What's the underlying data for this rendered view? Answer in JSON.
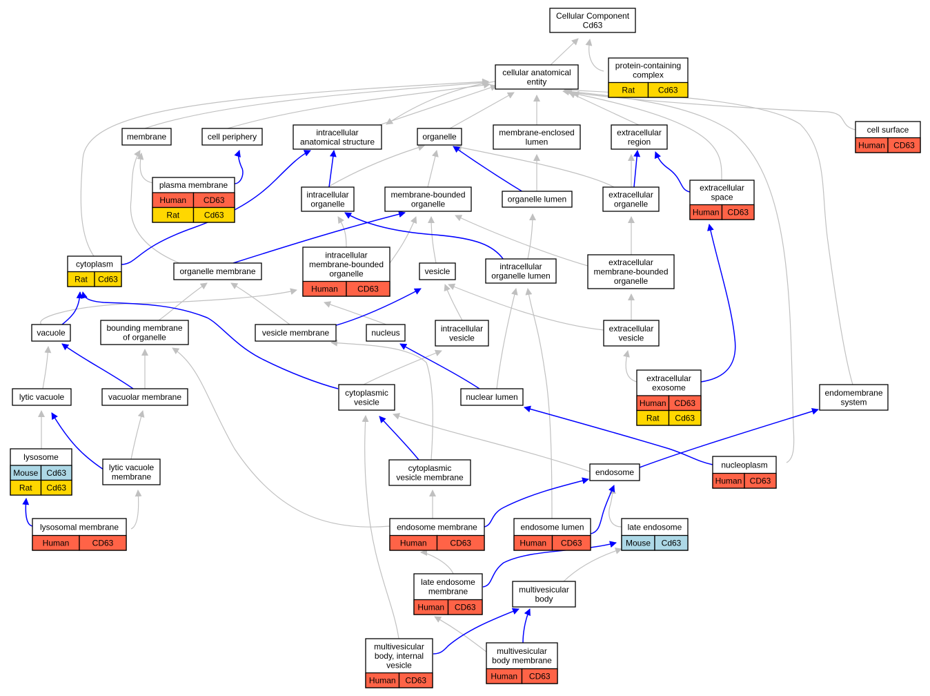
{
  "colors": {
    "human": "#ff6347",
    "rat": "#ffd700",
    "mouse": "#add8e6",
    "edge_is_a": "#c0c0c0",
    "edge_part_of": "#0000ff"
  },
  "nodes": [
    {
      "id": "root",
      "lines": [
        "Cellular Component",
        "Cd63"
      ],
      "annotations": []
    },
    {
      "id": "cae",
      "lines": [
        "cellular anatomical",
        "entity"
      ],
      "annotations": []
    },
    {
      "id": "pcc",
      "lines": [
        "protein-containing",
        "complex"
      ],
      "annotations": [
        {
          "species": "Rat",
          "gene": "Cd63",
          "color": "rat"
        }
      ]
    },
    {
      "id": "membrane",
      "lines": [
        "membrane"
      ],
      "annotations": []
    },
    {
      "id": "cellper",
      "lines": [
        "cell periphery"
      ],
      "annotations": []
    },
    {
      "id": "ias",
      "lines": [
        "intracellular",
        "anatomical structure"
      ],
      "annotations": []
    },
    {
      "id": "organelle",
      "lines": [
        "organelle"
      ],
      "annotations": []
    },
    {
      "id": "mel",
      "lines": [
        "membrane-enclosed",
        "lumen"
      ],
      "annotations": []
    },
    {
      "id": "exreg",
      "lines": [
        "extracellular",
        "region"
      ],
      "annotations": []
    },
    {
      "id": "cellsurf",
      "lines": [
        "cell surface"
      ],
      "annotations": [
        {
          "species": "Human",
          "gene": "CD63",
          "color": "human"
        }
      ]
    },
    {
      "id": "pm",
      "lines": [
        "plasma membrane"
      ],
      "annotations": [
        {
          "species": "Human",
          "gene": "CD63",
          "color": "human"
        },
        {
          "species": "Rat",
          "gene": "Cd63",
          "color": "rat"
        }
      ]
    },
    {
      "id": "intorg",
      "lines": [
        "intracellular",
        "organelle"
      ],
      "annotations": []
    },
    {
      "id": "mbo",
      "lines": [
        "membrane-bounded",
        "organelle"
      ],
      "annotations": []
    },
    {
      "id": "orglumen",
      "lines": [
        "organelle lumen"
      ],
      "annotations": []
    },
    {
      "id": "exorg",
      "lines": [
        "extracellular",
        "organelle"
      ],
      "annotations": []
    },
    {
      "id": "exspace",
      "lines": [
        "extracellular",
        "space"
      ],
      "annotations": [
        {
          "species": "Human",
          "gene": "CD63",
          "color": "human"
        }
      ]
    },
    {
      "id": "cytoplasm",
      "lines": [
        "cytoplasm"
      ],
      "annotations": [
        {
          "species": "Rat",
          "gene": "Cd63",
          "color": "rat"
        }
      ]
    },
    {
      "id": "orgmem",
      "lines": [
        "organelle membrane"
      ],
      "annotations": []
    },
    {
      "id": "imbo",
      "lines": [
        "intracellular",
        "membrane-bounded",
        "organelle"
      ],
      "annotations": [
        {
          "species": "Human",
          "gene": "CD63",
          "color": "human"
        }
      ]
    },
    {
      "id": "vesicle",
      "lines": [
        "vesicle"
      ],
      "annotations": []
    },
    {
      "id": "iol",
      "lines": [
        "intracellular",
        "organelle lumen"
      ],
      "annotations": []
    },
    {
      "id": "embo",
      "lines": [
        "extracellular",
        "membrane-bounded",
        "organelle"
      ],
      "annotations": []
    },
    {
      "id": "vacuole",
      "lines": [
        "vacuole"
      ],
      "annotations": []
    },
    {
      "id": "bmo",
      "lines": [
        "bounding membrane",
        "of organelle"
      ],
      "annotations": []
    },
    {
      "id": "vesmem",
      "lines": [
        "vesicle membrane"
      ],
      "annotations": []
    },
    {
      "id": "nucleus",
      "lines": [
        "nucleus"
      ],
      "annotations": []
    },
    {
      "id": "intves",
      "lines": [
        "intracellular",
        "vesicle"
      ],
      "annotations": []
    },
    {
      "id": "exves",
      "lines": [
        "extracellular",
        "vesicle"
      ],
      "annotations": []
    },
    {
      "id": "exexo",
      "lines": [
        "extracellular",
        "exosome"
      ],
      "annotations": [
        {
          "species": "Human",
          "gene": "CD63",
          "color": "human"
        },
        {
          "species": "Rat",
          "gene": "Cd63",
          "color": "rat"
        }
      ]
    },
    {
      "id": "lytvac",
      "lines": [
        "lytic vacuole"
      ],
      "annotations": []
    },
    {
      "id": "vacmem",
      "lines": [
        "vacuolar membrane"
      ],
      "annotations": []
    },
    {
      "id": "cytves",
      "lines": [
        "cytoplasmic",
        "vesicle"
      ],
      "annotations": []
    },
    {
      "id": "nuclumen",
      "lines": [
        "nuclear lumen"
      ],
      "annotations": []
    },
    {
      "id": "endomem",
      "lines": [
        "endomembrane",
        "system"
      ],
      "annotations": []
    },
    {
      "id": "lysosome",
      "lines": [
        "lysosome"
      ],
      "annotations": [
        {
          "species": "Mouse",
          "gene": "Cd63",
          "color": "mouse"
        },
        {
          "species": "Rat",
          "gene": "Cd63",
          "color": "rat"
        }
      ]
    },
    {
      "id": "lvm",
      "lines": [
        "lytic vacuole",
        "membrane"
      ],
      "annotations": []
    },
    {
      "id": "cvm",
      "lines": [
        "cytoplasmic",
        "vesicle membrane"
      ],
      "annotations": []
    },
    {
      "id": "endosome",
      "lines": [
        "endosome"
      ],
      "annotations": []
    },
    {
      "id": "nucleoplasm",
      "lines": [
        "nucleoplasm"
      ],
      "annotations": [
        {
          "species": "Human",
          "gene": "CD63",
          "color": "human"
        }
      ]
    },
    {
      "id": "lysmem",
      "lines": [
        "lysosomal membrane"
      ],
      "annotations": [
        {
          "species": "Human",
          "gene": "CD63",
          "color": "human"
        }
      ]
    },
    {
      "id": "endomembrane",
      "lines": [
        "endosome membrane"
      ],
      "annotations": [
        {
          "species": "Human",
          "gene": "CD63",
          "color": "human"
        }
      ]
    },
    {
      "id": "endolumen",
      "lines": [
        "endosome lumen"
      ],
      "annotations": [
        {
          "species": "Human",
          "gene": "CD63",
          "color": "human"
        }
      ]
    },
    {
      "id": "lateendo",
      "lines": [
        "late endosome"
      ],
      "annotations": [
        {
          "species": "Mouse",
          "gene": "Cd63",
          "color": "mouse"
        }
      ]
    },
    {
      "id": "lem",
      "lines": [
        "late endosome",
        "membrane"
      ],
      "annotations": [
        {
          "species": "Human",
          "gene": "CD63",
          "color": "human"
        }
      ]
    },
    {
      "id": "mvb",
      "lines": [
        "multivesicular",
        "body"
      ],
      "annotations": []
    },
    {
      "id": "mvbiv",
      "lines": [
        "multivesicular",
        "body, internal",
        "vesicle"
      ],
      "annotations": [
        {
          "species": "Human",
          "gene": "CD63",
          "color": "human"
        }
      ]
    },
    {
      "id": "mvbm",
      "lines": [
        "multivesicular",
        "body membrane"
      ],
      "annotations": [
        {
          "species": "Human",
          "gene": "CD63",
          "color": "human"
        }
      ]
    }
  ]
}
